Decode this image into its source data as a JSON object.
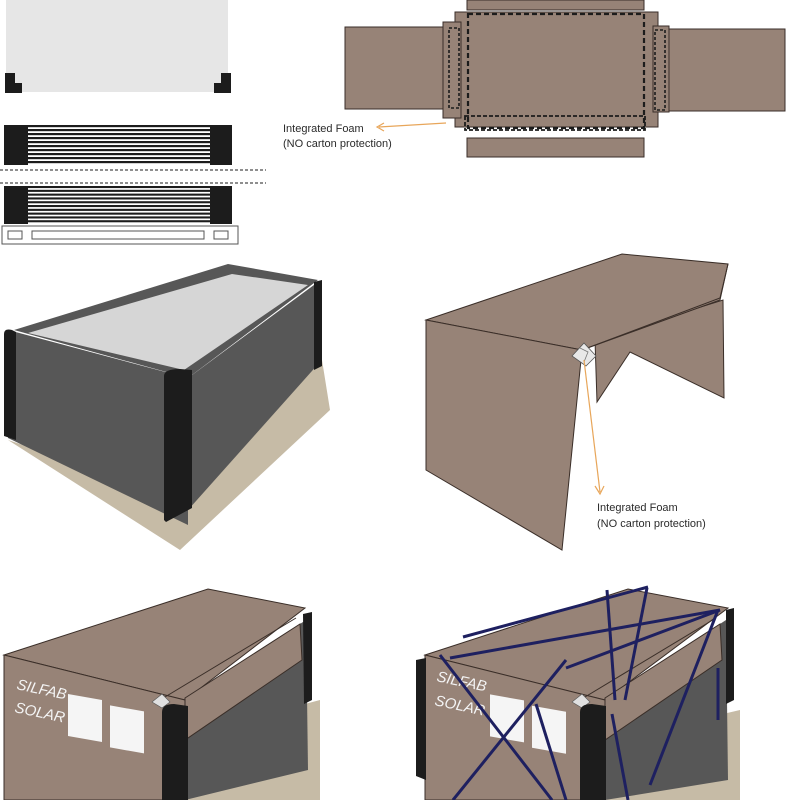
{
  "colors": {
    "carton": "#978377",
    "carton_stroke": "#3a2e28",
    "dark": "#1c1c1c",
    "module_grey": "#575757",
    "glass": "#d6d6d6",
    "top_panel": "#e6e6e6",
    "shadow": "#c6bba6",
    "arrow": "#e8a65a",
    "strap": "#1e2060",
    "window": "#f5f5f5"
  },
  "callouts": {
    "top": {
      "line1": "Integrated Foam",
      "line2": "(NO carton protection)"
    },
    "middle": {
      "line1": "Integrated Foam",
      "line2": "(NO carton protection)"
    }
  },
  "brand": {
    "line1": "SILFAB",
    "line2": "SOLAR"
  },
  "icons": {
    "stack": "panel-stack-icon",
    "pallet": "pallet-icon",
    "arrow": "arrow-icon",
    "strap": "strap-icon"
  }
}
